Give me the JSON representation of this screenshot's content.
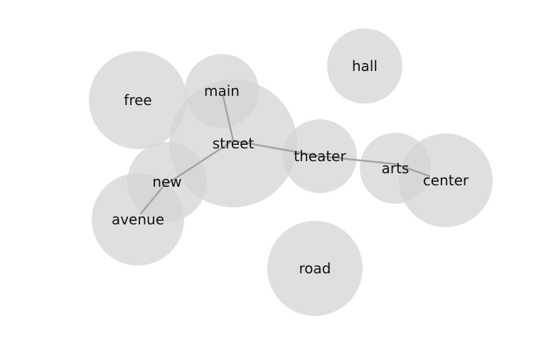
{
  "colors": {
    "bubble": "#d4d4d4",
    "edge": "#a3a3a3",
    "label": "#111111",
    "background": "#ffffff"
  },
  "nodes": [
    {
      "id": "street",
      "label": "street"
    },
    {
      "id": "free",
      "label": "free"
    },
    {
      "id": "main",
      "label": "main"
    },
    {
      "id": "hall",
      "label": "hall"
    },
    {
      "id": "new",
      "label": "new"
    },
    {
      "id": "avenue",
      "label": "avenue"
    },
    {
      "id": "theater",
      "label": "theater"
    },
    {
      "id": "arts",
      "label": "arts"
    },
    {
      "id": "center",
      "label": "center"
    },
    {
      "id": "road",
      "label": "road"
    }
  ],
  "edges": [
    {
      "source": "street",
      "target": "main"
    },
    {
      "source": "street",
      "target": "new"
    },
    {
      "source": "new",
      "target": "avenue"
    },
    {
      "source": "street",
      "target": "theater"
    },
    {
      "source": "theater",
      "target": "arts"
    },
    {
      "source": "arts",
      "target": "center"
    }
  ]
}
